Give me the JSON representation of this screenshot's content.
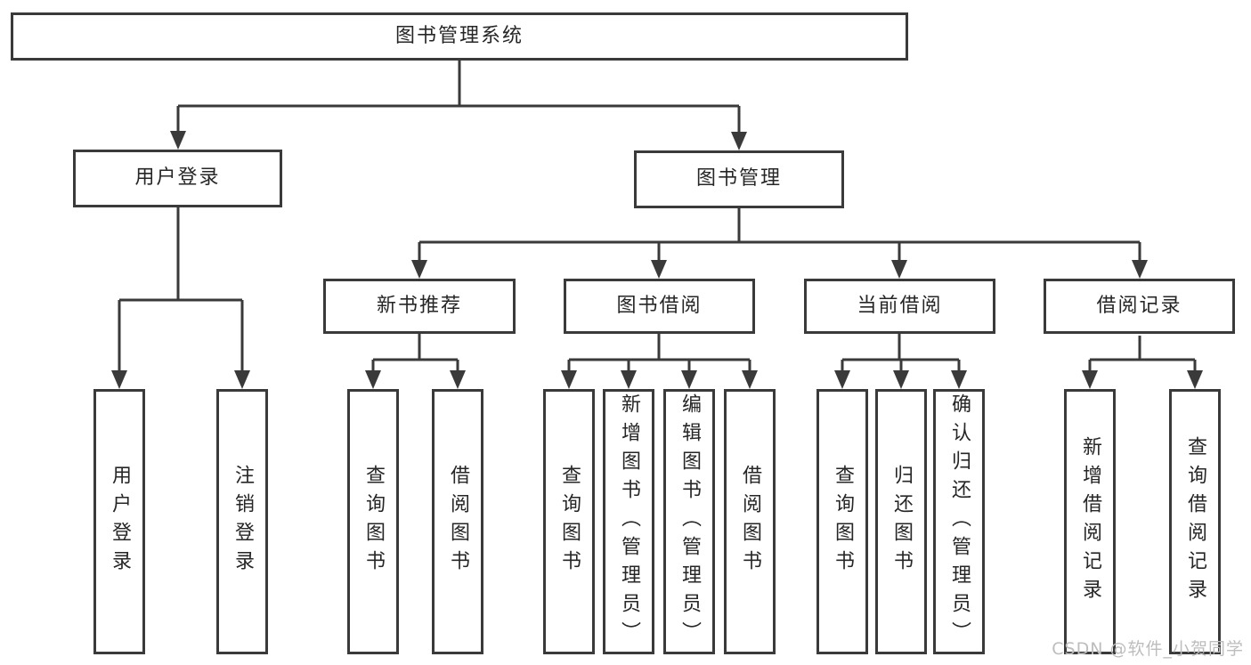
{
  "diagram": {
    "type": "tree",
    "direction": "top-down"
  },
  "tree": {
    "label": "图书管理系统",
    "children": [
      {
        "label": "用户登录",
        "children": [
          {
            "label": "用户登录"
          },
          {
            "label": "注销登录"
          }
        ]
      },
      {
        "label": "图书管理",
        "children": [
          {
            "label": "新书推荐",
            "children": [
              {
                "label": "查询图书"
              },
              {
                "label": "借阅图书"
              }
            ]
          },
          {
            "label": "图书借阅",
            "children": [
              {
                "label": "查询图书"
              },
              {
                "label": "新增图书（管理员）"
              },
              {
                "label": "编辑图书（管理员）"
              },
              {
                "label": "借阅图书"
              }
            ]
          },
          {
            "label": "当前借阅",
            "children": [
              {
                "label": "查询图书"
              },
              {
                "label": "归还图书"
              },
              {
                "label": "确认归还（管理员）"
              }
            ]
          },
          {
            "label": "借阅记录",
            "children": [
              {
                "label": "新增借阅记录"
              },
              {
                "label": "查询借阅记录"
              }
            ]
          }
        ]
      }
    ]
  },
  "watermark": {
    "text": "CSDN @软件_小贺同学"
  },
  "colors": {
    "line": "#3a3a3a",
    "box_border": "#3a3a3a",
    "box_fill": "#ffffff",
    "text": "#262626",
    "watermark": "#bdbdbd",
    "background": "#ffffff"
  }
}
